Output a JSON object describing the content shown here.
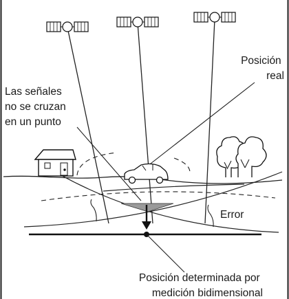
{
  "labels": {
    "actual_position": [
      "Posición",
      "real"
    ],
    "signals_note": [
      "Las señales",
      "no se cruzan",
      "en un punto"
    ],
    "error": "Error",
    "measured_position": [
      "Posición determinada por",
      "medición bidimensional"
    ]
  },
  "icons": [
    "satellite-icon",
    "house-icon",
    "car-icon",
    "tree-icon"
  ]
}
